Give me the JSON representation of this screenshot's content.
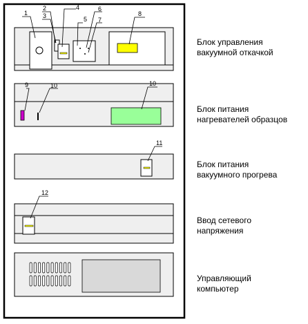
{
  "colors": {
    "line": "#000000",
    "panel": "#efefef",
    "vacuum_indicator": "#ffff00",
    "heater_display": "#99ff99",
    "heater_indicator": "#cc00cc",
    "computer_screen": "#d9d9d9"
  },
  "blocks": [
    {
      "id": "vacuum-pump-control",
      "caption": [
        "Блок управления",
        "вакуумной откачкой"
      ],
      "labels": [
        "1",
        "2",
        "3",
        "4",
        "5",
        "6",
        "7",
        "8"
      ]
    },
    {
      "id": "sample-heater-power",
      "caption": [
        "Блок питания",
        "нагревателей образцов"
      ],
      "labels": [
        "9",
        "10",
        "10"
      ]
    },
    {
      "id": "vacuum-heating-power",
      "caption": [
        "Блок питания",
        "вакуумного прогрева"
      ],
      "labels": [
        "11"
      ]
    },
    {
      "id": "mains-voltage-input",
      "caption": [
        "Ввод сетевого",
        "напряжения"
      ],
      "labels": [
        "12"
      ]
    },
    {
      "id": "control-computer",
      "caption": [
        "Управляющий",
        "компьютер"
      ],
      "labels": []
    }
  ]
}
